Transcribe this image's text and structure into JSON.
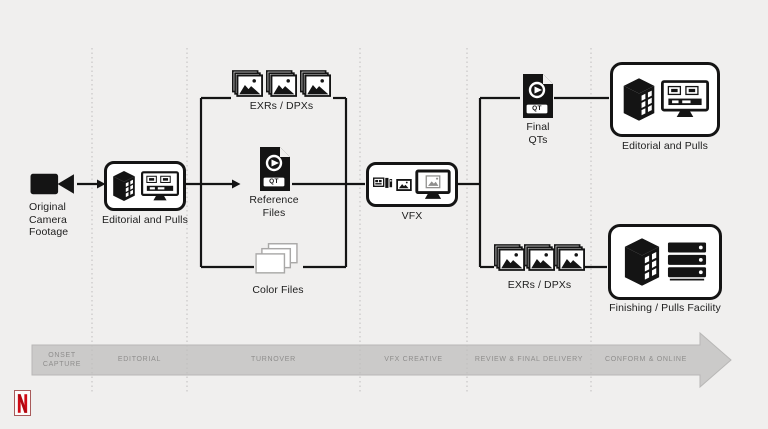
{
  "colors": {
    "background": "#f0efee",
    "ink": "#141414",
    "band_fill": "#cbcac9",
    "band_text": "#8e8d8c",
    "netflix_red": "#cf0a15"
  },
  "icons": {
    "video-camera-icon": "camcorder glyph",
    "building-icon": "isometric office building",
    "monitor-edit-icon": "monitor with editing thumbnails",
    "image-stack-icon": "stacked photo frames",
    "qt-file-icon": "QuickTime movie file",
    "file-stack-icon": "stacked blank pages",
    "workstation-icon": "vfx workstation cluster",
    "image-icon": "small picture frame",
    "monitor-image-icon": "monitor with image",
    "server-rack-icon": "server rack",
    "timeline-arrow": "gray process arrow",
    "netflix-logo": "red N logo"
  },
  "flow": {
    "camera": {
      "label": "Original Camera Footage"
    },
    "editorial_left": {
      "label": "Editorial and Pulls"
    },
    "exrs_top": {
      "label": "EXRs / DPXs"
    },
    "reference_files": {
      "label": "Reference Files",
      "badge": "QT"
    },
    "color_files": {
      "label": "Color Files"
    },
    "vfx": {
      "label": "VFX"
    },
    "final_qts": {
      "label": "Final QTs",
      "badge": "QT"
    },
    "editorial_right": {
      "label": "Editorial and Pulls"
    },
    "exrs_bottom": {
      "label": "EXRs / DPXs"
    },
    "finishing_facility": {
      "label": "Finishing / Pulls Facility"
    }
  },
  "timeline": {
    "stages": [
      {
        "label": "ONSET CAPTURE"
      },
      {
        "label": "EDITORIAL"
      },
      {
        "label": "TURNOVER"
      },
      {
        "label": "VFX CREATIVE"
      },
      {
        "label": "REVIEW & FINAL DELIVERY"
      },
      {
        "label": "CONFORM & ONLINE"
      }
    ]
  },
  "brand": {
    "logo_letter": "N"
  }
}
